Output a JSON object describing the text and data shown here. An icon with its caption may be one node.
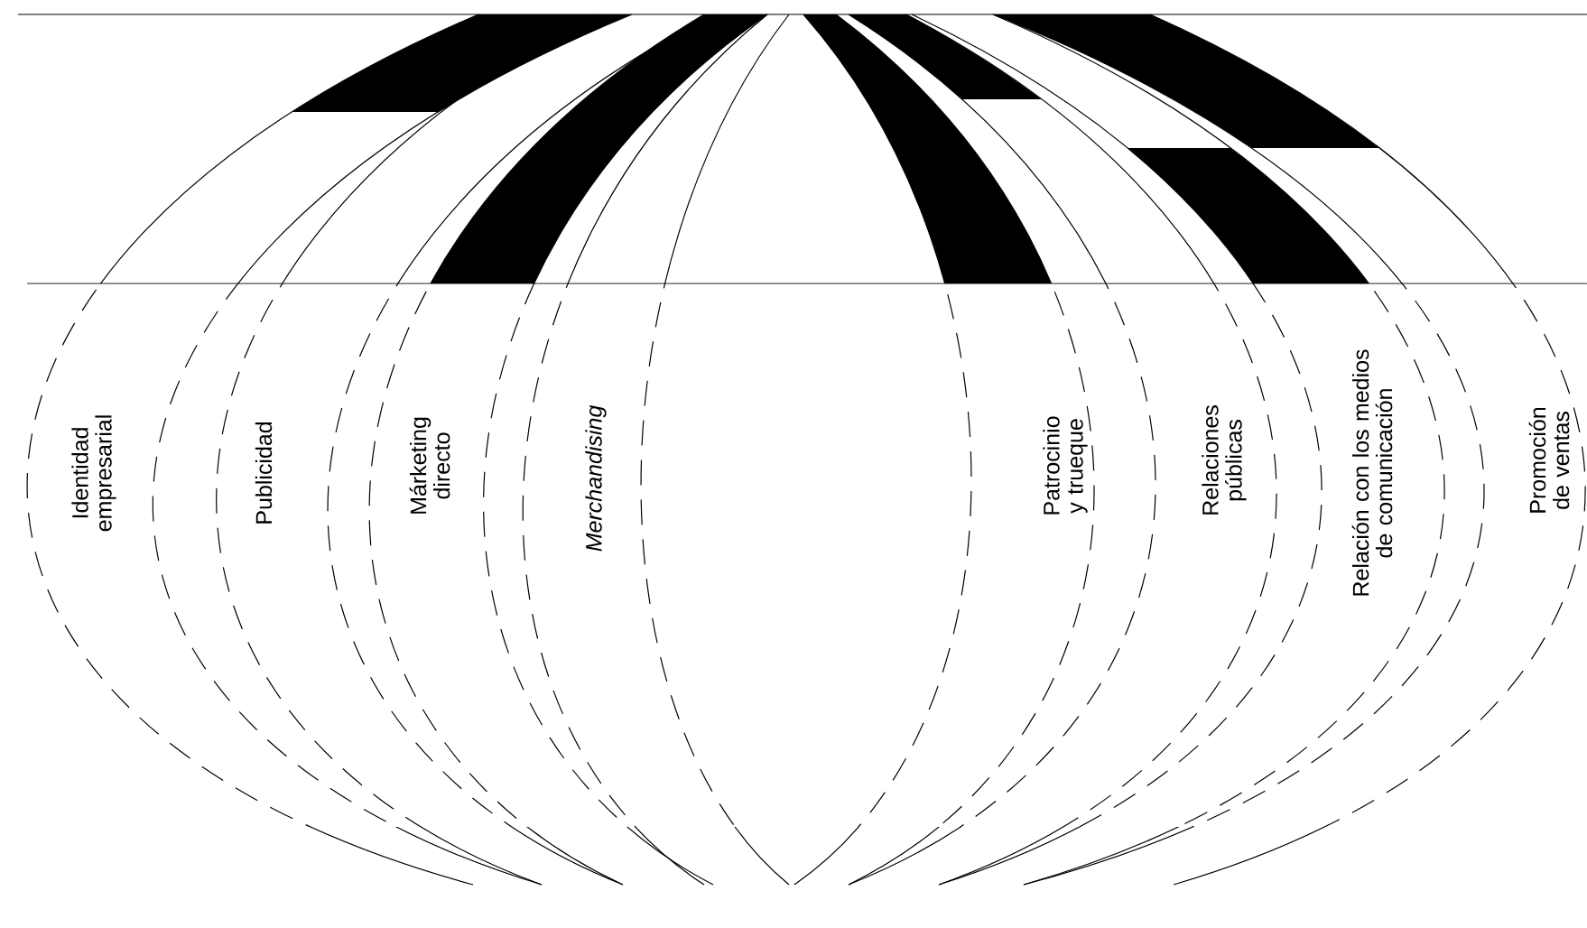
{
  "diagram": {
    "labels": [
      "Identidad empresarial",
      "Publicidad",
      "Márketing directo",
      "Merchandising",
      "Patrocinio y trueque",
      "Relaciones públicas",
      "Relación con los medios de comunicación",
      "Promoción de ventas"
    ]
  }
}
